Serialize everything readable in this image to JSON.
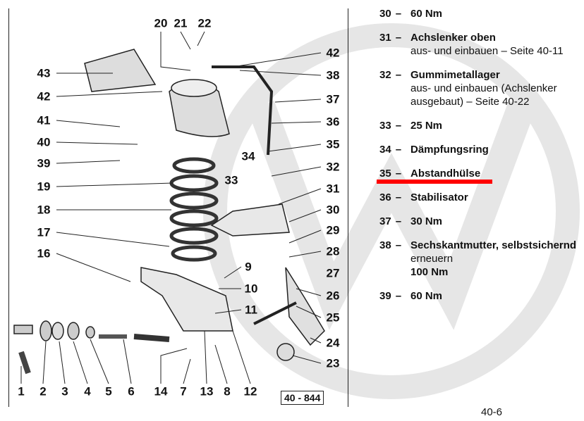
{
  "diagram": {
    "figure_number": "40 - 844",
    "labels": [
      "20",
      "21",
      "22",
      "42",
      "43",
      "38",
      "42",
      "37",
      "41",
      "36",
      "40",
      "35",
      "39",
      "34",
      "32",
      "33",
      "19",
      "31",
      "18",
      "30",
      "17",
      "29",
      "16",
      "28",
      "9",
      "27",
      "10",
      "26",
      "11",
      "25",
      "24",
      "23",
      "1",
      "2",
      "3",
      "4",
      "5",
      "6",
      "14",
      "7",
      "13",
      "8",
      "12"
    ]
  },
  "legend": [
    {
      "num": "30",
      "title": "60 Nm"
    },
    {
      "num": "31",
      "title": "Achslenker oben",
      "sub": "aus- und einbauen – Seite 40-11"
    },
    {
      "num": "32",
      "title": "Gummimetallager",
      "sub": "aus- und einbauen (Achslenker ausgebaut) – Seite 40-22"
    },
    {
      "num": "33",
      "title": "25 Nm"
    },
    {
      "num": "34",
      "title": "Dämpfungsring"
    },
    {
      "num": "35",
      "title": "Abstandhülse",
      "highlighted": true
    },
    {
      "num": "36",
      "title": "Stabilisator"
    },
    {
      "num": "37",
      "title": "30 Nm"
    },
    {
      "num": "38",
      "title": "Sechskantmutter, selbstsichernd",
      "sub": "erneuern",
      "extra": "100 Nm"
    },
    {
      "num": "39",
      "title": "60 Nm"
    }
  ],
  "dash": "–",
  "page_number": "40-6",
  "highlight_color": "#ff0000"
}
